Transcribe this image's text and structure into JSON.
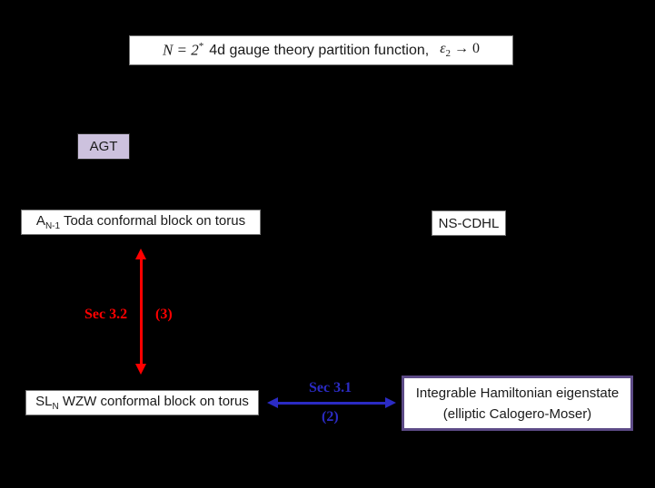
{
  "colors": {
    "background": "#000000",
    "box-fill": "#ffffff",
    "box-border": "#777777",
    "text": "#1a1a1a",
    "agt-fill": "#cdc2de",
    "agt-border": "#2b2b2b",
    "red-accent": "#ff0000",
    "blue-accent": "#2b2bc4",
    "purple-border": "#5d4b87"
  },
  "top_box": {
    "math_lhs": "N = 2",
    "math_sup": "*",
    "text_mid": "4d gauge theory partition function,",
    "eps": "ε",
    "eps_sub": "2",
    "limit": " → 0"
  },
  "agt_box": {
    "label": "AGT"
  },
  "toda_box": {
    "prefix": "A",
    "subscript": "N-1",
    "rest": " Toda conformal block on torus"
  },
  "ns_cdhl_box": {
    "label": "NS-CDHL"
  },
  "red_relation": {
    "section_label": "Sec 3.2",
    "number_label": "(3)"
  },
  "sln_box": {
    "prefix": "SL",
    "subscript": "N",
    "rest": " WZW conformal block on torus"
  },
  "blue_relation": {
    "section_label": "Sec 3.1",
    "number_label": "(2)"
  },
  "integrable_box": {
    "line1": "Integrable Hamiltonian eigenstate",
    "line2": "(elliptic Calogero-Moser)"
  }
}
